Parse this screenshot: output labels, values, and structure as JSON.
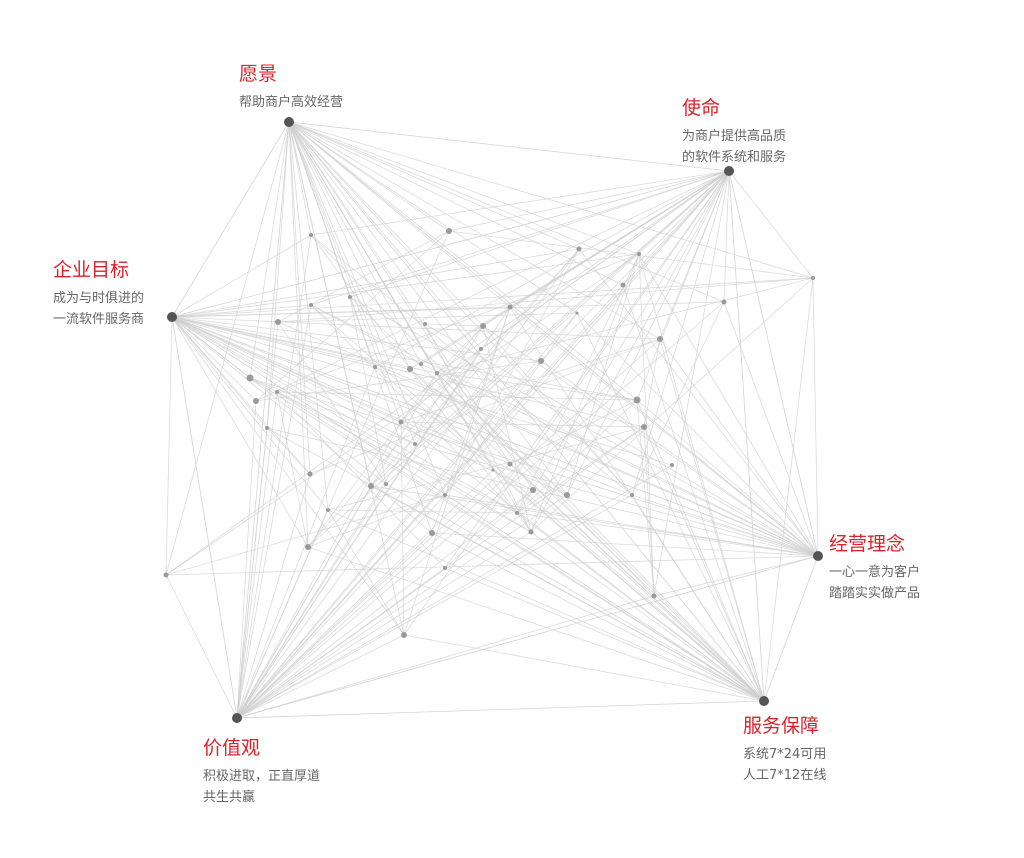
{
  "colors": {
    "title": "#d8232a",
    "desc": "#666666",
    "hub": "#555555",
    "node": "#9a9a9a",
    "edge": "#cfcfcf"
  },
  "hubs": [
    {
      "id": "vision",
      "title": "愿景",
      "lines": [
        "帮助商户高效经营"
      ]
    },
    {
      "id": "mission",
      "title": "使命",
      "lines": [
        "为商户提供高品质",
        "的软件系统和服务"
      ]
    },
    {
      "id": "goal",
      "title": "企业目标",
      "lines": [
        "成为与时俱进的",
        "一流软件服务商"
      ]
    },
    {
      "id": "philosophy",
      "title": "经营理念",
      "lines": [
        "一心一意为客户",
        "踏踏实实做产品"
      ]
    },
    {
      "id": "values",
      "title": "价值观",
      "lines": [
        "积极进取，正直厚道",
        "共生共赢"
      ]
    },
    {
      "id": "service",
      "title": "服务保障",
      "lines": [
        "系统7*24可用",
        "人工7*12在线"
      ]
    }
  ]
}
